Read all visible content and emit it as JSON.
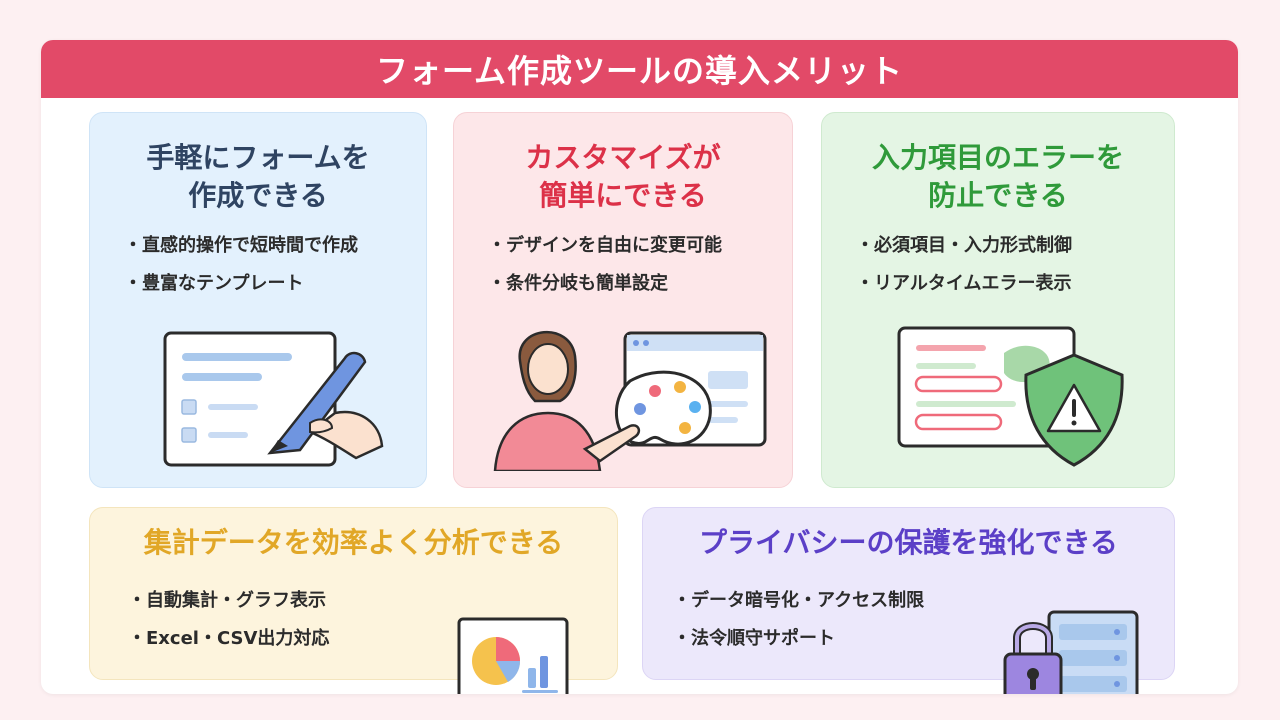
{
  "header": {
    "title": "フォーム作成ツールの導入メリット"
  },
  "cards": [
    {
      "title_lines": [
        "手軽にフォームを",
        "作成できる"
      ],
      "bullets": [
        "直感的操作で短時間で作成",
        "豊富なテンプレート"
      ],
      "icon": "form-with-pen-icon"
    },
    {
      "title_lines": [
        "カスタマイズが",
        "簡単にできる"
      ],
      "bullets": [
        "デザインを自由に変更可能",
        "条件分岐も簡単設定"
      ],
      "icon": "designer-with-palette-icon"
    },
    {
      "title_lines": [
        "入力項目のエラーを",
        "防止できる"
      ],
      "bullets": [
        "必須項目・入力形式制御",
        "リアルタイムエラー表示"
      ],
      "icon": "warning-shield-icon"
    },
    {
      "title_lines": [
        "集計データを効率よく分析できる"
      ],
      "bullets": [
        "自動集計・グラフ表示",
        "Excel・CSV出力対応"
      ],
      "icon": "chart-monitor-icon"
    },
    {
      "title_lines": [
        "プライバシーの保護を強化できる"
      ],
      "bullets": [
        "データ暗号化・アクセス制限",
        "法令順守サポート"
      ],
      "icon": "padlock-server-icon"
    }
  ],
  "colors": {
    "header": "#e24a68",
    "blue_title": "#2f4462",
    "red_title": "#dc3148",
    "green_title": "#2f9a3a",
    "yellow_title": "#e1a727",
    "purple_title": "#5b3fc7"
  }
}
